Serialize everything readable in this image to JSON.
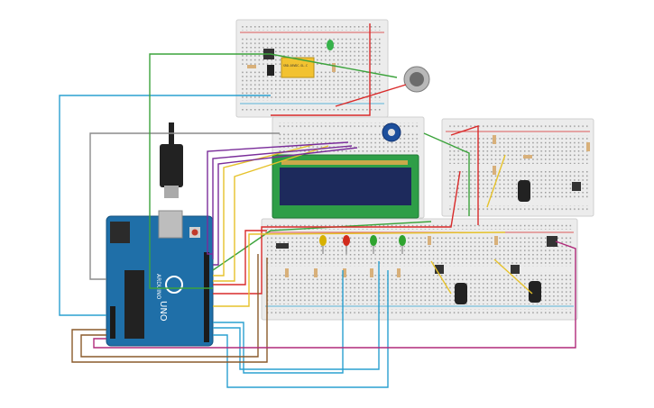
{
  "circuit": {
    "arduino": {
      "model_label": "UNO",
      "brand_label": "ARDUINO",
      "board_color": "#1f6fa8"
    },
    "relay": {
      "part_label": "SRD-05VDC-SL-C"
    },
    "lcd": {
      "label": "",
      "screen_color": "#1d2a5c",
      "pcb_color": "#2e9e47"
    },
    "leds": [
      {
        "color_name": "yellow",
        "color": "#d7b100"
      },
      {
        "color_name": "red",
        "color": "#d12a1b"
      },
      {
        "color_name": "green",
        "color": "#2fa32f"
      },
      {
        "color_name": "green",
        "color": "#2fa32f"
      }
    ],
    "top_led": {
      "color_name": "green",
      "color": "#36b24a"
    },
    "wire_colors": {
      "red": "#d92a2a",
      "green": "#3ca33c",
      "blue": "#2aa0d0",
      "yellow": "#e6c22b",
      "purple": "#7a2d9a",
      "brown": "#8a5a2b",
      "magenta": "#b02a7a",
      "gray": "#8c8c8c",
      "black": "#222222"
    }
  }
}
